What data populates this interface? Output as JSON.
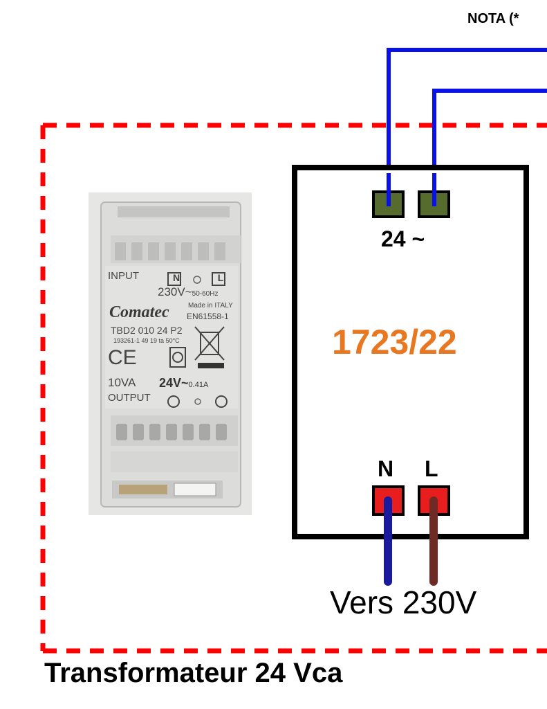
{
  "diagram": {
    "nota": "NOTA (*",
    "terminal_top_label": "24 ~",
    "model_number": "1723/22",
    "terminal_n_label": "N",
    "terminal_l_label": "L",
    "supply_label": "Vers 230V",
    "title": "Transformateur 24 Vca",
    "colors": {
      "wire_blue": "#0A10E8",
      "wire_neutral": "#1A1A9E",
      "wire_live": "#6E2A24",
      "dashed_border": "#FF0000",
      "model_text": "#E87722",
      "terminal_secondary": "#566B2E",
      "terminal_primary": "#E81E1E"
    }
  },
  "photo": {
    "input_label": "INPUT",
    "voltage": "230V~",
    "frequency": "50-60Hz",
    "brand": "Comatec",
    "made_in": "Made in ITALY",
    "norm": "EN61558-1",
    "model": "TBD2 010 24 P2",
    "code": "193261-1  49 19 ta 50°C",
    "ce_mark": "CE",
    "power": "10VA",
    "output_voltage": "24V~",
    "output_current": "0.41A",
    "output_label": "OUTPUT",
    "n_marker": "N",
    "l_marker": "L"
  }
}
